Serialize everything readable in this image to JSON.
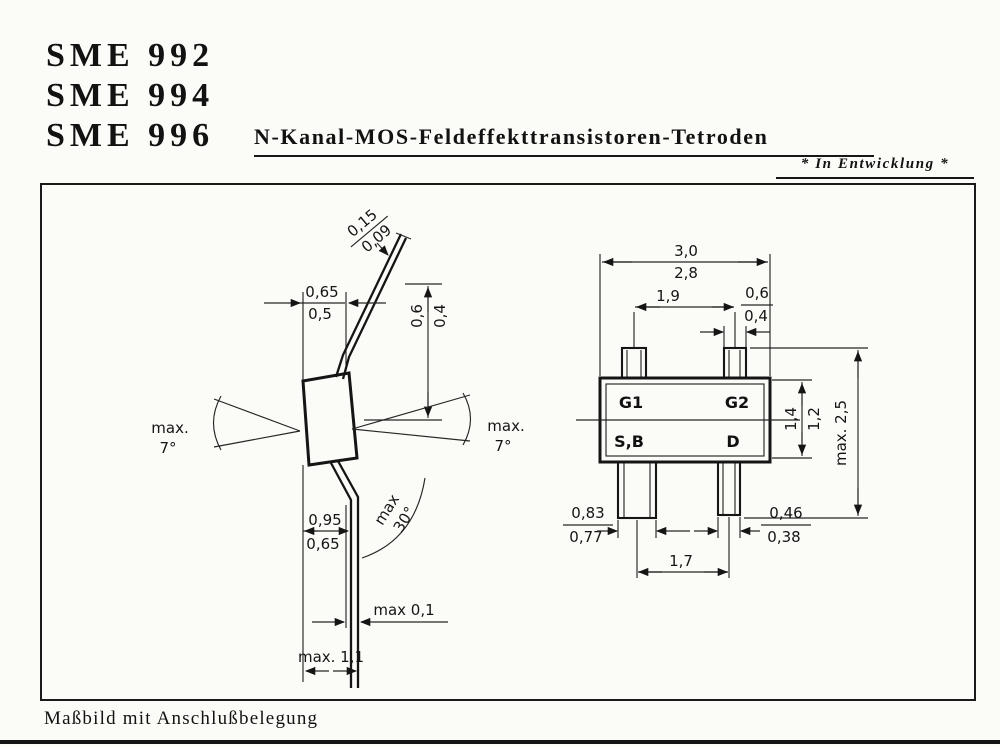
{
  "header": {
    "models": [
      "SME 992",
      "SME 994",
      "SME 996"
    ],
    "subtitle": "N-Kanal-MOS-Feldeffekttransistoren-Tetroden",
    "dev_note": "* In Entwicklung *"
  },
  "caption": "Maßbild mit Anschlußbelegung",
  "colors": {
    "ink": "#151515",
    "paper": "#fbfbf8"
  },
  "side_view": {
    "lead_thickness_max": "0,15",
    "lead_thickness_min": "0,09",
    "tab_width_max": "0,65",
    "tab_width_min": "0,5",
    "lead_top_max": "0,6",
    "lead_top_min": "0,4",
    "angle_left_label": "max.",
    "angle_left_value": "7°",
    "angle_right_label": "max.",
    "angle_right_value": "7°",
    "foot_max": "0,95",
    "foot_min": "0,65",
    "bend_label": "max",
    "bend_value": "30°",
    "standoff": "max 0,1",
    "lead_length": "max. 1,1"
  },
  "top_view": {
    "body_width_max": "3,0",
    "body_width_min": "2,8",
    "pitch_top": "1,9",
    "pin_top_max": "0,6",
    "pin_top_min": "0,4",
    "body_height_max": "1,4",
    "body_height_min": "1,2",
    "overall_max": "max. 2,5",
    "pin_bl_max": "0,83",
    "pin_bl_min": "0,77",
    "pin_br_max": "0,46",
    "pin_br_min": "0,38",
    "pitch_bottom": "1,7",
    "pin_g1": "G1",
    "pin_g2": "G2",
    "pin_sb": "S,B",
    "pin_d": "D"
  }
}
